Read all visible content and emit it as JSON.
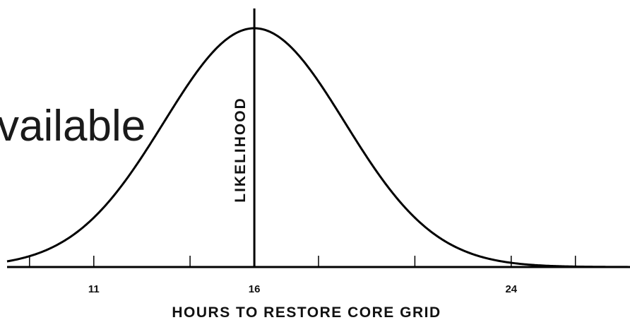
{
  "slide": {
    "text_fragment": "vailable"
  },
  "chart_data": {
    "type": "line",
    "curve": "normal-distribution",
    "mean": 16,
    "xlabel": "HOURS TO RESTORE CORE GRID",
    "ylabel": "LIKELIHOOD",
    "x_tick_labels": [
      {
        "value": 11,
        "label": "11"
      },
      {
        "value": 16,
        "label": "16"
      },
      {
        "value": 24,
        "label": "24"
      }
    ],
    "x_ticks": [
      9,
      11,
      14,
      16,
      18,
      21,
      24,
      26
    ],
    "xlim": [
      8.3,
      27.7
    ],
    "colors": {
      "line": "#000000",
      "text": "#111111"
    }
  }
}
